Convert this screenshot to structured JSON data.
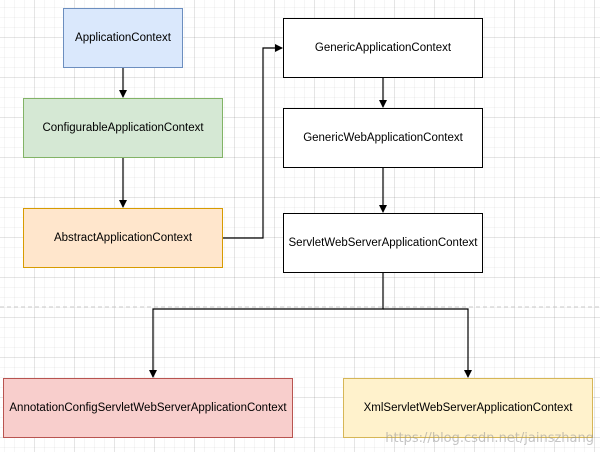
{
  "colors": {
    "blue_fill": "#dae8fc",
    "blue_stroke": "#6c8ebf",
    "green_fill": "#d5e8d4",
    "green_stroke": "#82b366",
    "orange_fill": "#ffe6cc",
    "orange_stroke": "#d79b00",
    "red_fill": "#f8cecc",
    "red_stroke": "#b85450",
    "yellow_fill": "#fff2cc",
    "yellow_stroke": "#d6b656",
    "white_fill": "#ffffff",
    "black_stroke": "#000000"
  },
  "nodes": [
    {
      "id": "application-context",
      "label": "ApplicationContext",
      "fill": "blue"
    },
    {
      "id": "configurable-application-context",
      "label": "ConfigurableApplicationContext",
      "fill": "green"
    },
    {
      "id": "abstract-application-context",
      "label": "AbstractApplicationContext",
      "fill": "orange"
    },
    {
      "id": "generic-application-context",
      "label": "GenericApplicationContext",
      "fill": "white"
    },
    {
      "id": "generic-web-application-context",
      "label": "GenericWebApplicationContext",
      "fill": "white"
    },
    {
      "id": "servlet-web-server-application-context",
      "label": "ServletWebServerApplicationContext",
      "fill": "white"
    },
    {
      "id": "annotation-config-servlet-web-server-application-context",
      "label": "AnnotationConfigServletWebServerApplicationContext",
      "fill": "red"
    },
    {
      "id": "xml-servlet-web-server-application-context",
      "label": "XmlServletWebServerApplicationContext",
      "fill": "yellow"
    }
  ],
  "edges": [
    {
      "from": "application-context",
      "to": "configurable-application-context"
    },
    {
      "from": "configurable-application-context",
      "to": "abstract-application-context"
    },
    {
      "from": "abstract-application-context",
      "to": "generic-application-context"
    },
    {
      "from": "generic-application-context",
      "to": "generic-web-application-context"
    },
    {
      "from": "generic-web-application-context",
      "to": "servlet-web-server-application-context"
    },
    {
      "from": "servlet-web-server-application-context",
      "to": "annotation-config-servlet-web-server-application-context"
    },
    {
      "from": "servlet-web-server-application-context",
      "to": "xml-servlet-web-server-application-context"
    }
  ],
  "watermark": "https://blog.csdn.net/jainszhang"
}
